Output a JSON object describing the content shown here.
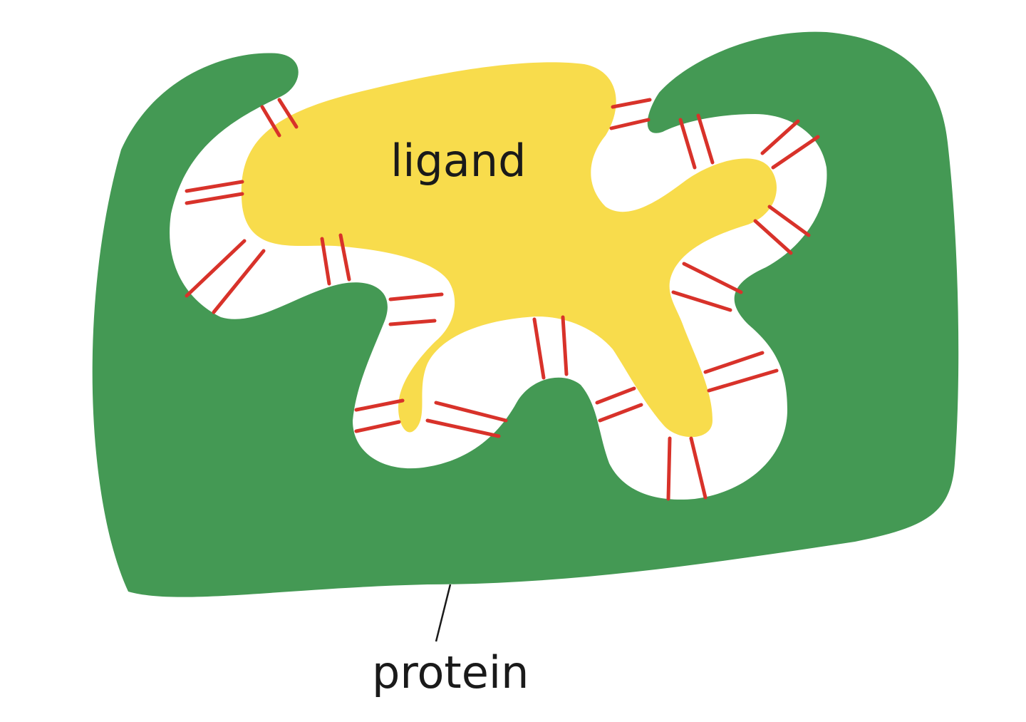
{
  "labels": {
    "ligand": "ligand",
    "protein": "protein"
  },
  "colors": {
    "protein": "#449954",
    "ligand": "#f8dc4c",
    "bond": "#d8322a",
    "text": "#1a1a1a",
    "background": "#ffffff"
  },
  "icons": {
    "bond": "noncovalent-bond-double-line"
  }
}
